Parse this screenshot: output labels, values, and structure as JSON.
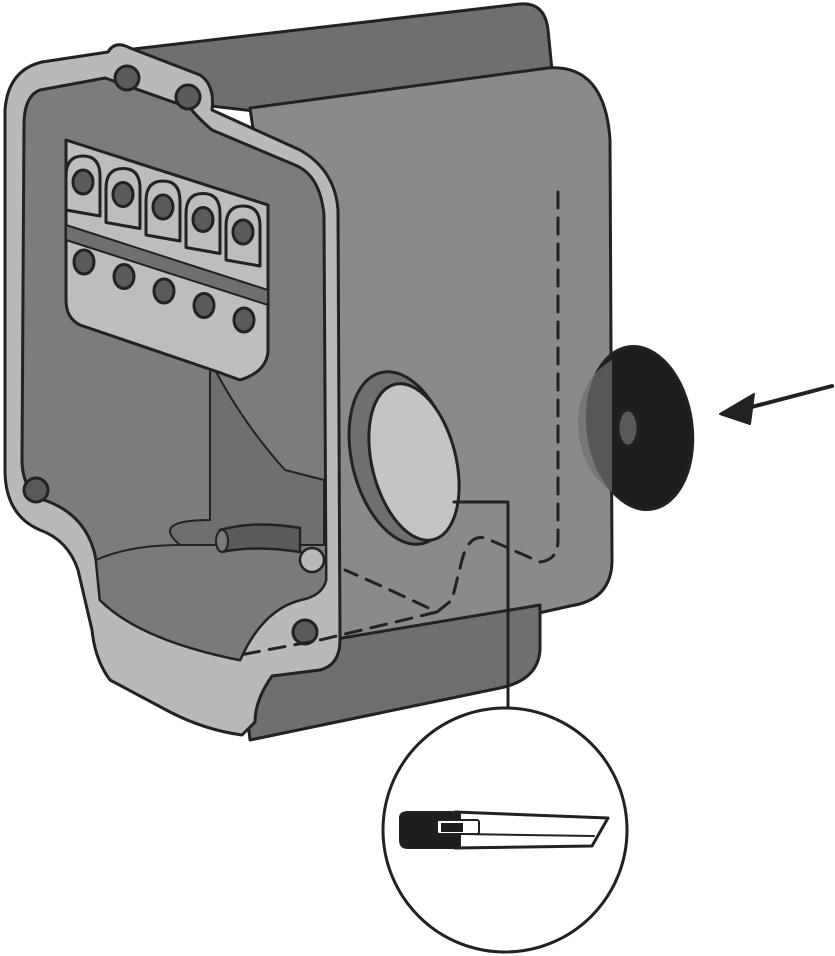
{
  "illustration": {
    "subject": "junction-box-with-cable-gland",
    "terminal_block": {
      "upper_screw_count": 5,
      "lower_screw_count": 5
    },
    "callout_tool": "utility-knife-icon",
    "pointer": "arrow-left-icon",
    "gland": "rubber-grommet-icon",
    "knockout": "knockout-disc-icon"
  },
  "colors": {
    "outline": "#222222",
    "rim": "#b9b9b9",
    "body_front": "#8a8a8a",
    "body_dark": "#6f6f6f",
    "interior_back": "#7c7c7c",
    "interior_floor": "#7a7a7a",
    "terminal": "#bdbdbd",
    "screw": "#5a5a5a",
    "knockout": "#c4c4c4",
    "grommet": "#1e1e1e",
    "background": "#ffffff"
  }
}
